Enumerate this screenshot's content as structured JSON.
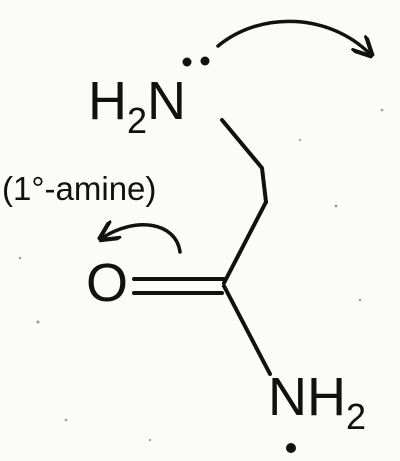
{
  "molecule": {
    "amine_group": {
      "symbol": "H",
      "subscript": "2",
      "heteroatom": "N"
    },
    "annotation": "(1°-amine)",
    "carbonyl_oxygen": "O",
    "amide_group": {
      "heteroatom": "N",
      "symbol": "H",
      "subscript": "2"
    }
  },
  "colors": {
    "ink": "#111111",
    "paper": "#fbfbf9"
  }
}
